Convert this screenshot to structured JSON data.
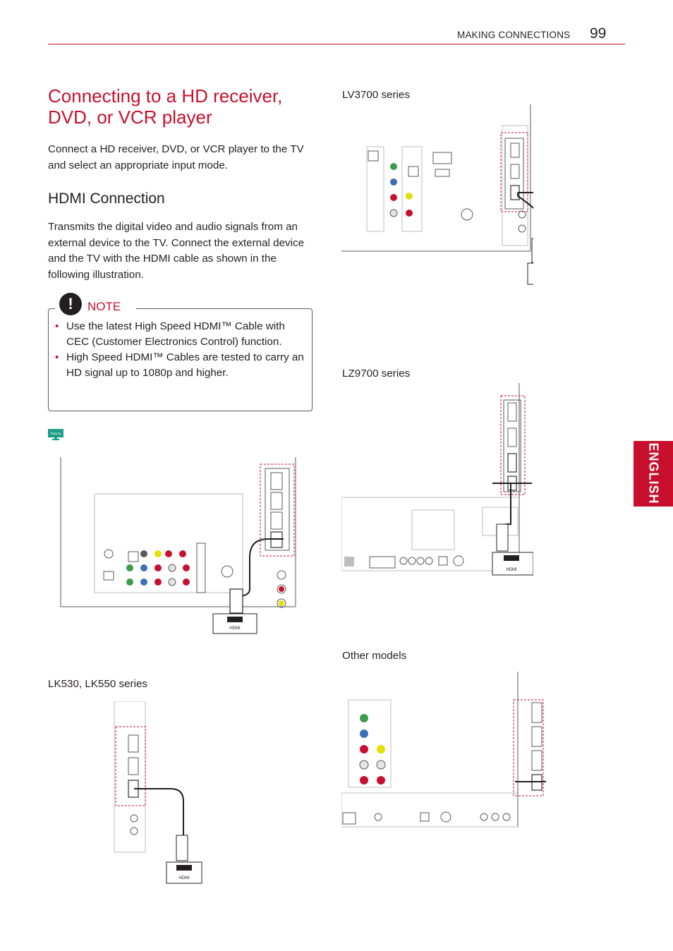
{
  "header": {
    "section": "MAKING CONNECTIONS",
    "page_number": "99"
  },
  "title": "Connecting to a HD receiver, DVD, or VCR player",
  "intro": "Connect a HD receiver, DVD, or VCR player to the TV and select an appropriate input mode.",
  "section": {
    "title": "HDMI Connection",
    "body": "Transmits the digital video and audio signals from an external device to the TV. Connect the external device and the TV with the HDMI cable as shown in the following illustration."
  },
  "note": {
    "label": "NOTE",
    "icon": "exclamation-icon",
    "items": [
      "Use the latest High Speed HDMI™ Cable with CEC (Customer Electronics Control) function.",
      "High Speed HDMI™ Cables are tested to carry an HD signal up to 1080p and higher."
    ]
  },
  "side_tab": "ENGLISH",
  "plasma_badge": "Plasma",
  "captions": {
    "lv3700": "LV3700 series",
    "lz9700": "LZ9700 series",
    "other": "Other models",
    "lk530": "LK530, LK550 series"
  },
  "device_label": "HDMI",
  "colors": {
    "accent": "#c8102e",
    "text": "#231f20",
    "diagram": "#58595b"
  }
}
